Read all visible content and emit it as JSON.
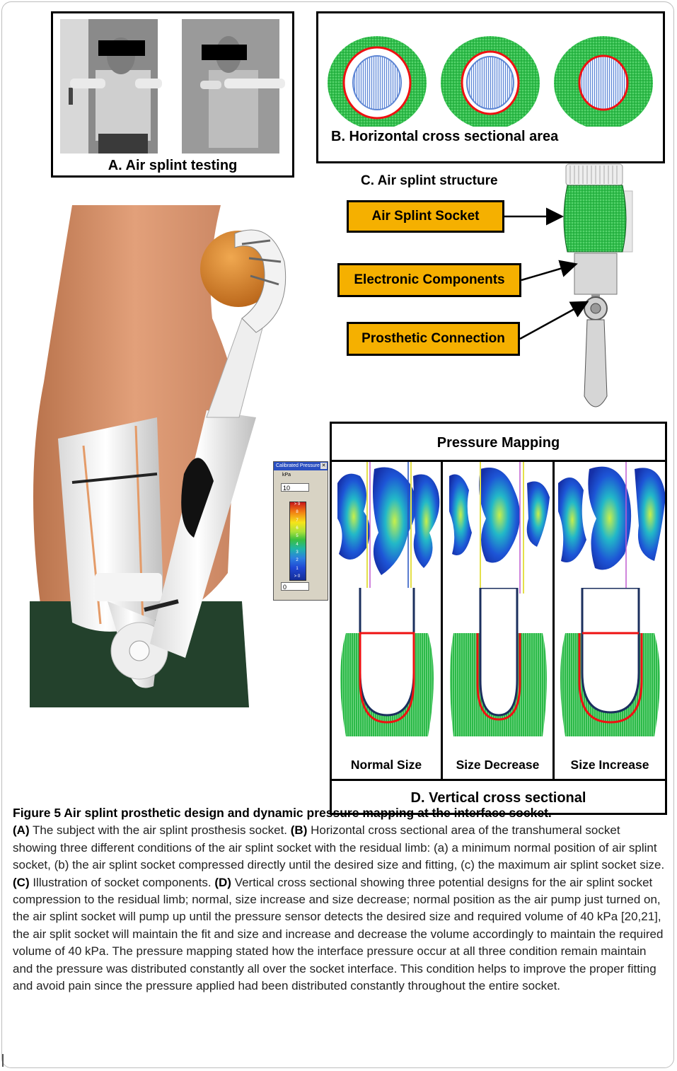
{
  "panel_a": {
    "label": "A. Air splint testing"
  },
  "panel_b": {
    "label": "B. Horizontal cross sectional area"
  },
  "panel_c": {
    "title": "C. Air splint structure",
    "components": [
      "Air Splint Socket",
      "Electronic Components",
      "Prosthetic Connection"
    ]
  },
  "sensor_dialog": {
    "title": "Calibrated Pressure",
    "unit": "kPa",
    "max_value": "10",
    "min_value": "0",
    "scale": [
      "> 9",
      "8",
      "7",
      "6",
      "5",
      "4",
      "3",
      "2",
      "1",
      "> 0"
    ]
  },
  "panel_d": {
    "header": "Pressure Mapping",
    "columns": [
      "Normal Size",
      "Size Decrease",
      "Size Increase"
    ],
    "footer": "D. Vertical cross sectional"
  },
  "caption": {
    "title": "Figure 5 Air splint prosthetic design and dynamic pressure mapping at the interface socket.",
    "tag_a": "(A)",
    "text_a": " The subject with the air splint prosthesis socket. ",
    "tag_b": "(B)",
    "text_b": " Horizontal cross sectional area of the transhumeral socket showing three different conditions of the air splint socket with the residual limb: (a) a minimum normal position of air splint socket, (b) the air splint socket compressed directly until the desired size and fitting, (c) the maximum air splint socket size. ",
    "tag_c": "(C)",
    "text_c": " Illustration of socket components. ",
    "tag_d": "(D)",
    "text_d": " Vertical cross sectional showing three potential designs for the air splint socket compression to the residual limb; normal, size increase and size decrease; normal position as the air pump just turned on, the air splint socket will pump up until the pressure sensor detects the desired size and required volume of 40 kPa [20,21], the air split socket will maintain the fit and size and increase and decrease the volume accordingly to maintain the required volume of 40 kPa. The pressure mapping stated how the interface pressure occur at all three condition remain maintain and the pressure was distributed constantly all over the socket interface. This condition helps to improve the proper fitting and avoid pain since the pressure applied had been distributed constantly throughout the entire socket."
  }
}
